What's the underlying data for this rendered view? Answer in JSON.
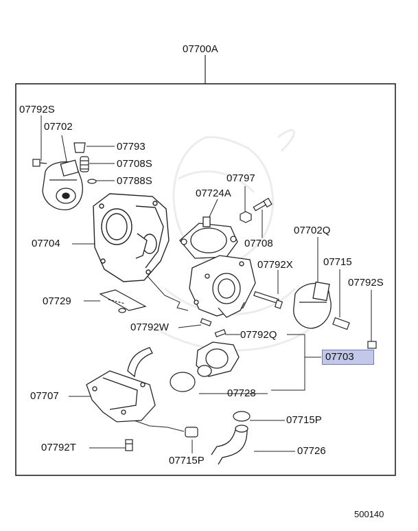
{
  "diagram": {
    "assembly_label": "07700A",
    "highlight_color": "#c3c8e8",
    "labels": {
      "l07792S_a": "07792S",
      "l07702": "07702",
      "l07793": "07793",
      "l07708S": "07708S",
      "l07788S": "07788S",
      "l07797": "07797",
      "l07724A": "07724A",
      "l07708": "07708",
      "l07704": "07704",
      "l07702Q": "07702Q",
      "l07792X": "07792X",
      "l07715": "07715",
      "l07792S_b": "07792S",
      "l07729": "07729",
      "l07792W": "07792W",
      "l07792Q": "07792Q",
      "l07703": "07703",
      "l07728": "07728",
      "l07707": "07707",
      "l07715P_a": "07715P",
      "l07792T": "07792T",
      "l07726": "07726",
      "l07715P_b": "07715P"
    },
    "drawing_code": "500140"
  }
}
